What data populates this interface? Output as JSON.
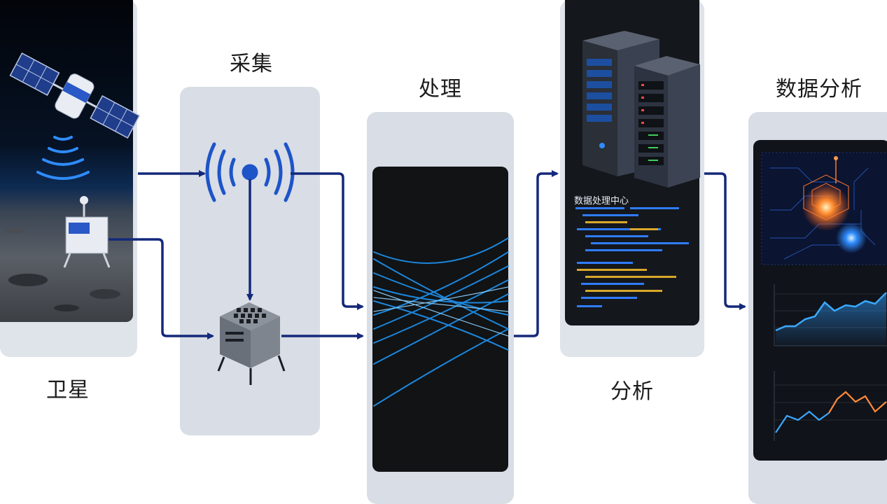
{
  "stages": {
    "satellite": {
      "label": "卫星"
    },
    "collection": {
      "label": "采集"
    },
    "processing": {
      "label": "处理"
    },
    "analysis": {
      "label": "分析"
    },
    "data_analysis": {
      "label": "数据分析"
    }
  },
  "server": {
    "title": "数据处理中心"
  },
  "colors": {
    "arrow": "#14287a",
    "panel": "#dde2ea",
    "accent_blue": "#2f8cff",
    "accent_orange": "#ff7a2e"
  },
  "icons": [
    "satellite-icon",
    "signal-waves-icon",
    "lunar-lander-icon",
    "antenna-icon",
    "processor-chip-icon",
    "server-rack-icon"
  ]
}
